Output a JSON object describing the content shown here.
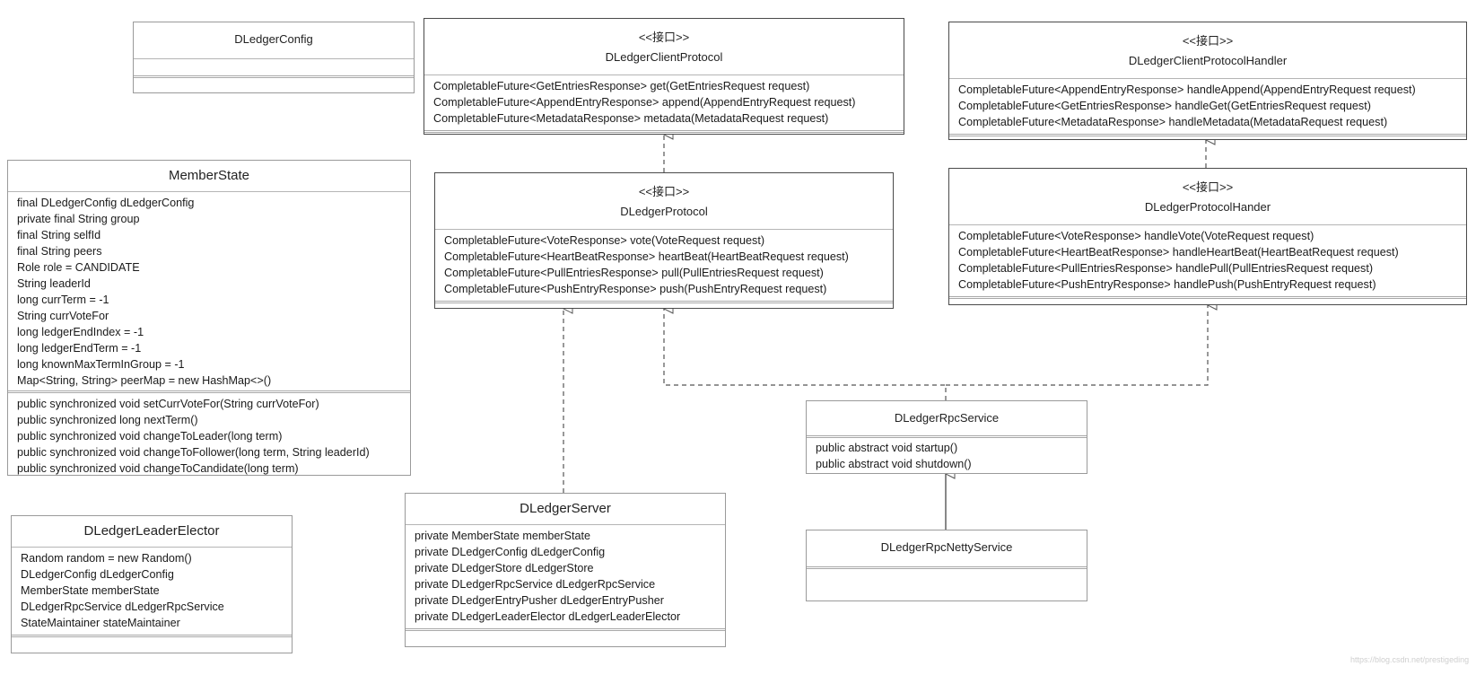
{
  "diagram": {
    "stereotype": "<<接口>>",
    "classes": {
      "dledger_config": {
        "name": "DLedgerConfig",
        "attributes": [],
        "methods": []
      },
      "client_protocol": {
        "stereotype": "<<接口>>",
        "name": "DLedgerClientProtocol",
        "methods": [
          "CompletableFuture<GetEntriesResponse> get(GetEntriesRequest request)",
          "CompletableFuture<AppendEntryResponse> append(AppendEntryRequest request)",
          "CompletableFuture<MetadataResponse> metadata(MetadataRequest request)"
        ]
      },
      "client_protocol_handler": {
        "stereotype": "<<接口>>",
        "name": "DLedgerClientProtocolHandler",
        "methods": [
          "CompletableFuture<AppendEntryResponse> handleAppend(AppendEntryRequest request)",
          "CompletableFuture<GetEntriesResponse> handleGet(GetEntriesRequest request)",
          "CompletableFuture<MetadataResponse> handleMetadata(MetadataRequest request)"
        ]
      },
      "member_state": {
        "name": "MemberState",
        "attributes": [
          "final DLedgerConfig dLedgerConfig",
          "private final String group",
          "final String selfId",
          "final String peers",
          "Role role = CANDIDATE",
          "String leaderId",
          "long currTerm = -1",
          "String currVoteFor",
          "long ledgerEndIndex = -1",
          "long ledgerEndTerm = -1",
          "long knownMaxTermInGroup = -1",
          "Map<String, String> peerMap = new HashMap<>()"
        ],
        "methods": [
          "public synchronized void setCurrVoteFor(String currVoteFor)",
          "public synchronized long nextTerm()",
          "public synchronized void changeToLeader(long term)",
          "public synchronized void changeToFollower(long term, String leaderId)",
          "public synchronized void changeToCandidate(long term)"
        ]
      },
      "protocol": {
        "stereotype": "<<接口>>",
        "name": "DLedgerProtocol",
        "methods": [
          "CompletableFuture<VoteResponse> vote(VoteRequest request)",
          "CompletableFuture<HeartBeatResponse> heartBeat(HeartBeatRequest request)",
          "CompletableFuture<PullEntriesResponse> pull(PullEntriesRequest request)",
          "CompletableFuture<PushEntryResponse> push(PushEntryRequest request)"
        ]
      },
      "protocol_hander": {
        "stereotype": "<<接口>>",
        "name": "DLedgerProtocolHander",
        "methods": [
          "CompletableFuture<VoteResponse> handleVote(VoteRequest request)",
          "CompletableFuture<HeartBeatResponse> handleHeartBeat(HeartBeatRequest request)",
          "CompletableFuture<PullEntriesResponse> handlePull(PullEntriesRequest request)",
          "CompletableFuture<PushEntryResponse> handlePush(PushEntryRequest request)"
        ]
      },
      "rpc_service": {
        "name": "DLedgerRpcService",
        "methods": [
          "public abstract void startup()",
          "public abstract void shutdown()"
        ]
      },
      "leader_elector": {
        "name": "DLedgerLeaderElector",
        "attributes": [
          "Random random = new Random()",
          "DLedgerConfig dLedgerConfig",
          "MemberState memberState",
          "DLedgerRpcService dLedgerRpcService",
          "StateMaintainer stateMaintainer"
        ]
      },
      "server": {
        "name": "DLedgerServer",
        "attributes": [
          "private MemberState memberState",
          "private DLedgerConfig dLedgerConfig",
          "private DLedgerStore dLedgerStore",
          "private DLedgerRpcService dLedgerRpcService",
          "private DLedgerEntryPusher dLedgerEntryPusher",
          "private DLedgerLeaderElector dLedgerLeaderElector"
        ]
      },
      "rpc_netty_service": {
        "name": "DLedgerRpcNettyService",
        "attributes": [],
        "methods": []
      }
    },
    "relations": [
      {
        "from": "DLedgerProtocol",
        "to": "DLedgerClientProtocol",
        "kind": "extends",
        "style": "dashed"
      },
      {
        "from": "DLedgerProtocolHander",
        "to": "DLedgerClientProtocolHandler",
        "kind": "extends",
        "style": "dashed"
      },
      {
        "from": "DLedgerServer",
        "to": "DLedgerProtocol",
        "kind": "realization",
        "style": "dashed"
      },
      {
        "from": "DLedgerRpcService",
        "to": "DLedgerProtocol",
        "kind": "realization",
        "style": "dashed"
      },
      {
        "from": "DLedgerRpcService",
        "to": "DLedgerProtocolHander",
        "kind": "realization",
        "style": "dashed"
      },
      {
        "from": "DLedgerRpcNettyService",
        "to": "DLedgerRpcService",
        "kind": "inheritance",
        "style": "solid"
      }
    ],
    "line_color": "#555555",
    "watermark": "https://blog.csdn.net/prestigeding"
  }
}
